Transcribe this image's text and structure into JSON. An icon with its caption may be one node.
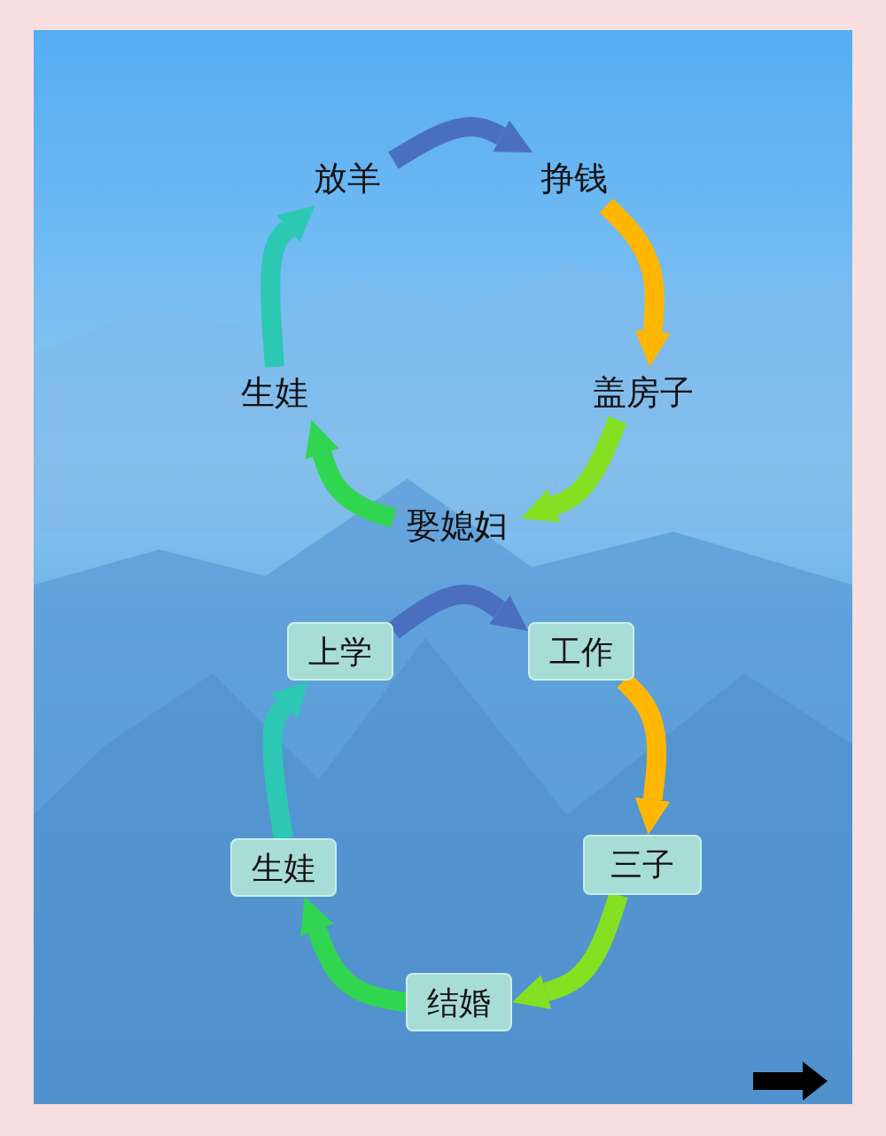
{
  "diagram": {
    "nodes": [
      {
        "text": [
          "放羊"
        ]
      },
      {
        "text": [
          "挣钱"
        ]
      },
      {
        "text": [
          "盖房子"
        ]
      },
      {
        "text": [
          "娶媳妇"
        ]
      },
      {
        "text": [
          "生娃"
        ]
      },
      {
        "text": [
          "上学"
        ]
      },
      {
        "text": [
          "工作"
        ]
      },
      {
        "text": [
          "三子"
        ]
      },
      {
        "text": [
          "结婚"
        ]
      },
      {
        "text": [
          "生娃"
        ]
      }
    ],
    "edges": [
      {
        "from": 0,
        "to": 1,
        "arrow": "to",
        "color": "#4a6fc0"
      },
      {
        "from": 1,
        "to": 2,
        "arrow": "to",
        "color": "#ffb700"
      },
      {
        "from": 2,
        "to": 3,
        "arrow": "to",
        "color": "#86e022"
      },
      {
        "from": 3,
        "to": 4,
        "arrow": "to",
        "color": "#30d650"
      },
      {
        "from": 4,
        "to": 0,
        "arrow": "to",
        "color": "#2cc8b4"
      },
      {
        "from": 5,
        "to": 6,
        "arrow": "to",
        "color": "#4a6fc0"
      },
      {
        "from": 6,
        "to": 7,
        "arrow": "to",
        "color": "#ffb700"
      },
      {
        "from": 7,
        "to": 8,
        "arrow": "to",
        "color": "#86e022"
      },
      {
        "from": 8,
        "to": 9,
        "arrow": "to",
        "color": "#30d650"
      },
      {
        "from": 9,
        "to": 5,
        "arrow": "to",
        "color": "#2cc8b4"
      }
    ]
  }
}
